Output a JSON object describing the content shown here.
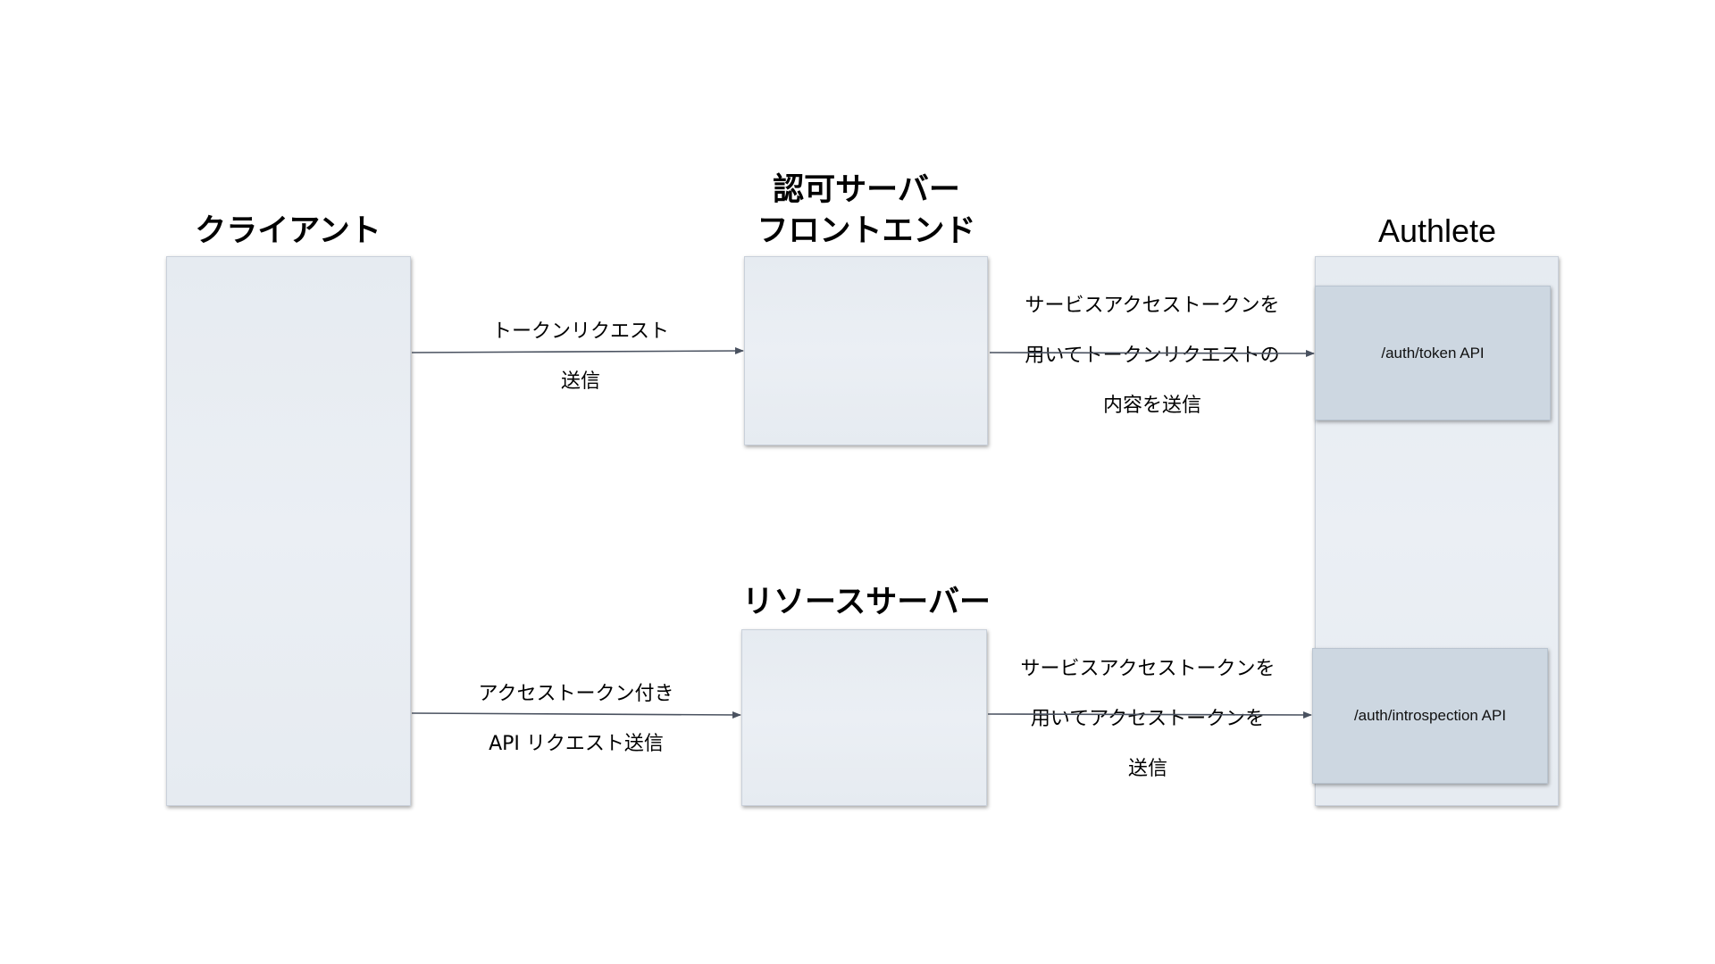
{
  "nodes": {
    "client": {
      "title": "クライアント"
    },
    "auth_frontend": {
      "title_line1": "認可サーバー",
      "title_line2": "フロントエンド"
    },
    "resource_server": {
      "title": "リソースサーバー"
    },
    "authlete": {
      "title": "Authlete",
      "token_api": "/auth/token API",
      "introspection_api": "/auth/introspection API"
    }
  },
  "edges": {
    "token_request": {
      "line1": "トークンリクエスト",
      "line2": "送信"
    },
    "token_forward": {
      "line1": "サービスアクセストークンを",
      "line2": "用いてトークンリクエストの",
      "line3": "内容を送信"
    },
    "api_request": {
      "line1": "アクセストークン付き",
      "line2": "API リクエスト送信"
    },
    "introspection_forward": {
      "line1": "サービスアクセストークンを",
      "line2": "用いてアクセストークンを",
      "line3": "送信"
    }
  },
  "colors": {
    "box_fill": "#e8edf3",
    "api_fill": "#cdd7e1",
    "arrow": "#4a5260"
  }
}
